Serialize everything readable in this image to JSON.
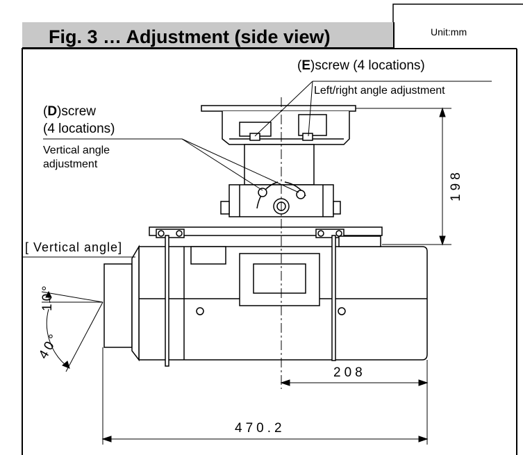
{
  "figure": {
    "title": "Fig. 3 … Adjustment (side view)",
    "unit": "Unit:mm"
  },
  "labels": {
    "e_screw_letter": "E",
    "e_screw_rest": ")screw (4 locations)",
    "e_screw_open": "(",
    "e_screw_desc": "Left/right angle adjustment",
    "d_screw_open": "(",
    "d_screw_letter": "D",
    "d_screw_rest": ")screw",
    "d_screw_count": "(4 locations)",
    "d_screw_desc_1": "Vertical angle",
    "d_screw_desc_2": "adjustment",
    "vertical_angle": "[ Vertical angle]"
  },
  "dimensions": {
    "height_198": "198",
    "width_208": "208",
    "width_470": "470.2",
    "angle_10": "10°",
    "angle_40": "40°"
  }
}
